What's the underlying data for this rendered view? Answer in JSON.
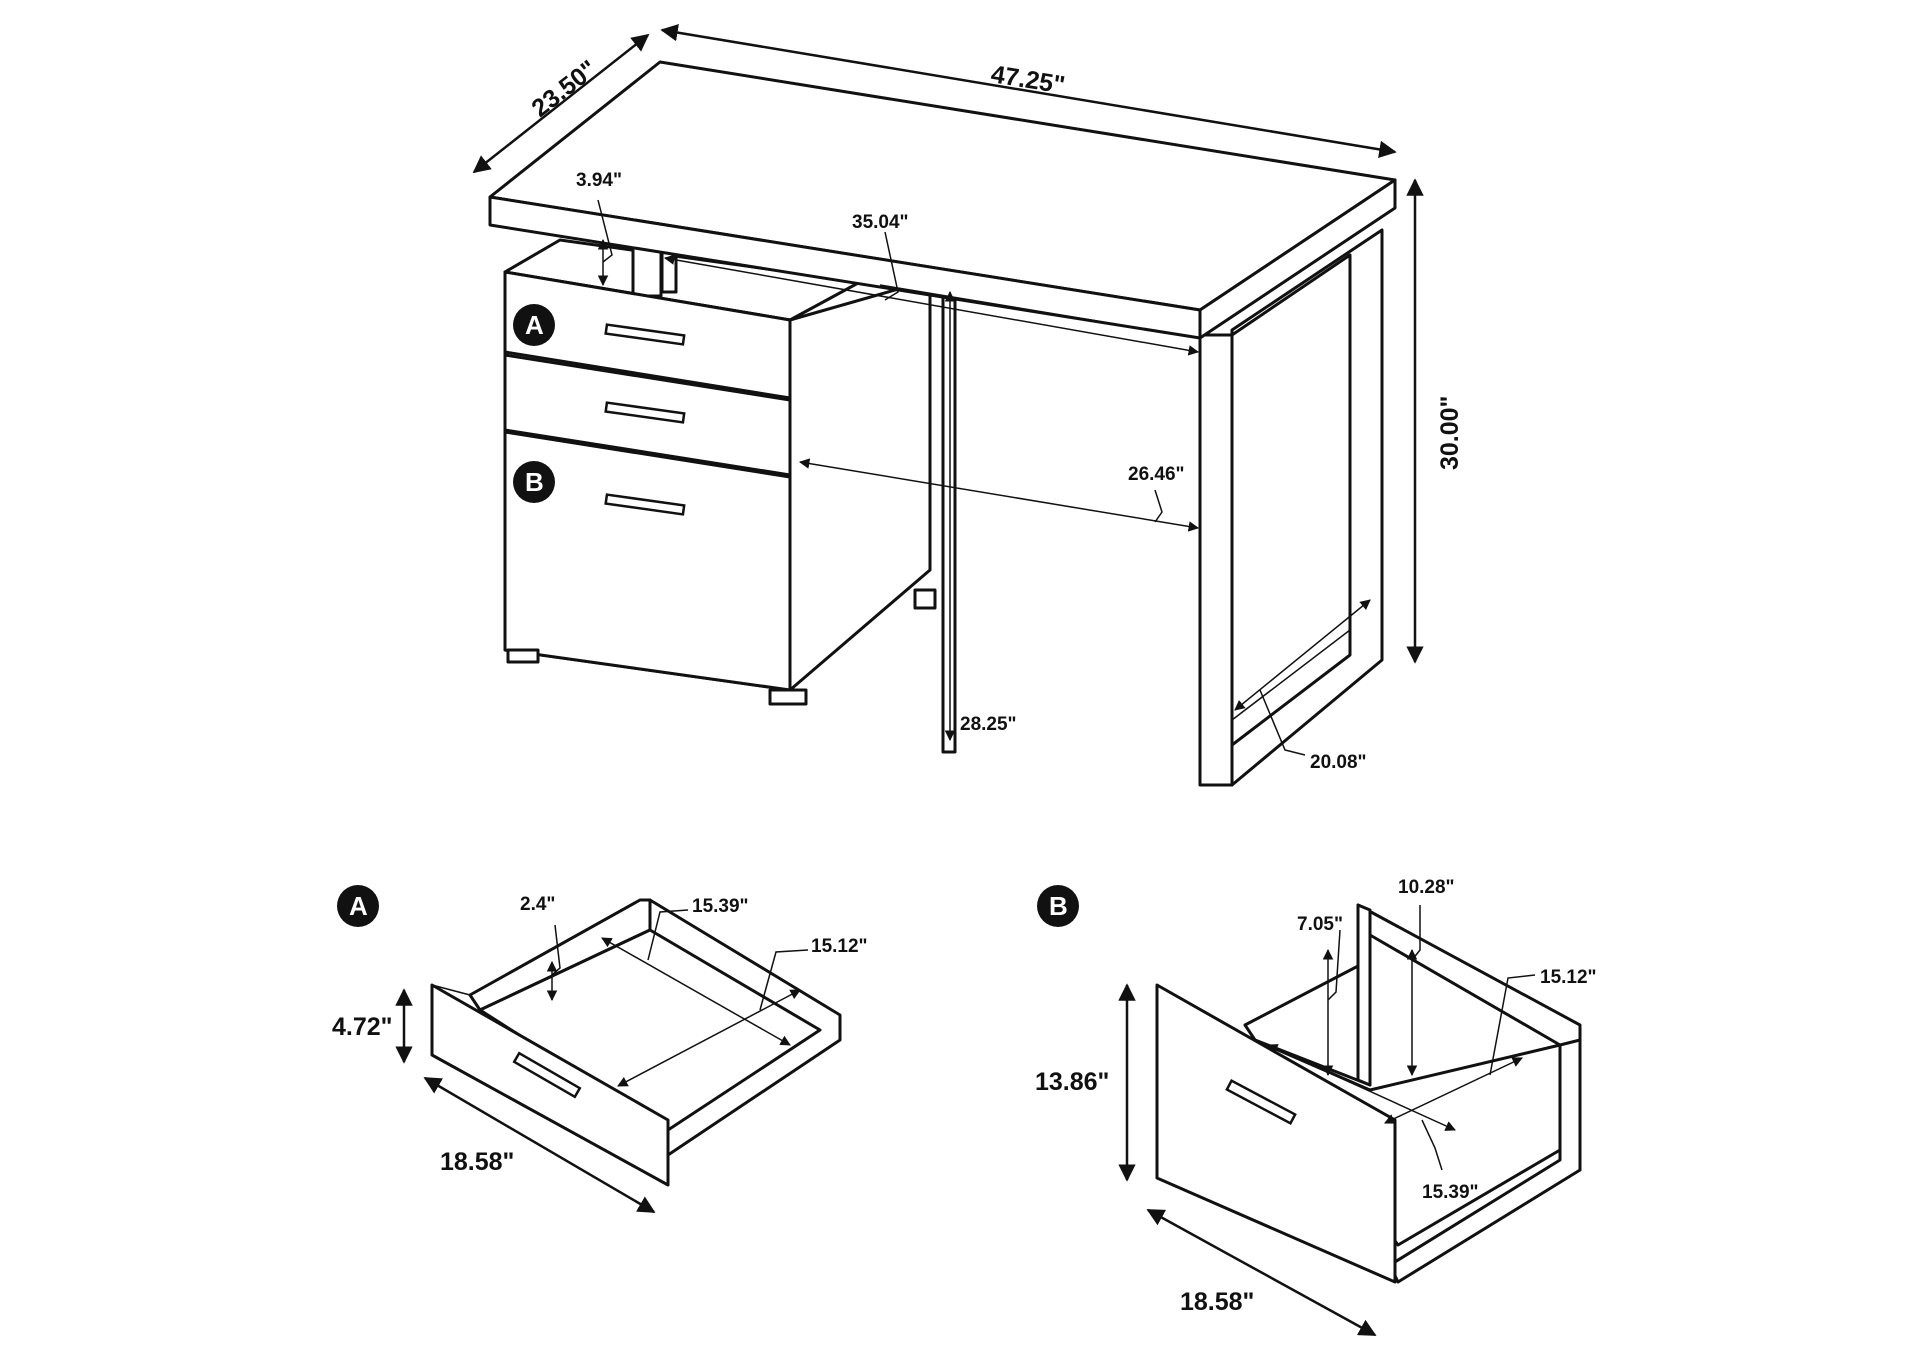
{
  "desk": {
    "depth": "23.50\"",
    "width": "47.25\"",
    "height": "30.00\"",
    "top_gap": "3.94\"",
    "inner_width": "35.04\"",
    "kneespace_width": "26.46\"",
    "leg_clearance": "28.25\"",
    "leg_depth": "20.08\""
  },
  "drawer_a": {
    "label": "A",
    "inner_depth": "2.4\"",
    "inner_width": "15.39\"",
    "inner_length": "15.12\"",
    "front_height": "4.72\"",
    "front_width": "18.58\""
  },
  "drawer_b": {
    "label": "B",
    "inner_width_top": "10.28\"",
    "inner_depth": "7.05\"",
    "inner_length": "15.12\"",
    "front_height": "13.86\"",
    "inner_width": "15.39\"",
    "front_width": "18.58\""
  },
  "colors": {
    "ink": "#111111",
    "paper": "#ffffff"
  }
}
